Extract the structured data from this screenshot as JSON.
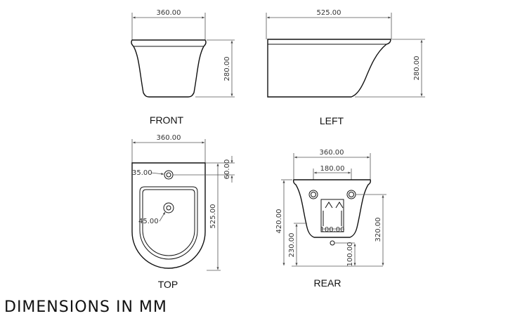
{
  "views": {
    "front": {
      "label": "FRONT",
      "width_dim": "360.00",
      "height_dim": "280.00"
    },
    "left": {
      "label": "LEFT",
      "width_dim": "525.00",
      "height_dim": "280.00"
    },
    "top": {
      "label": "TOP",
      "width_dim": "360.00",
      "length_dim": "525.00",
      "hole_offset_dim": "60.00",
      "tap_hole_dim": "35.00",
      "drain_hole_dim": "45.00"
    },
    "rear": {
      "label": "REAR",
      "width_dim": "360.00",
      "bolt_spacing_dim": "180.00",
      "total_height_dim": "420.00",
      "bolt_height_dim": "320.00",
      "lower_dim": "230.00",
      "waste_dim": "100.00",
      "pipe_height_dim": "100.00"
    }
  },
  "footer": {
    "units_note": "DIMENSIONS IN MM"
  }
}
